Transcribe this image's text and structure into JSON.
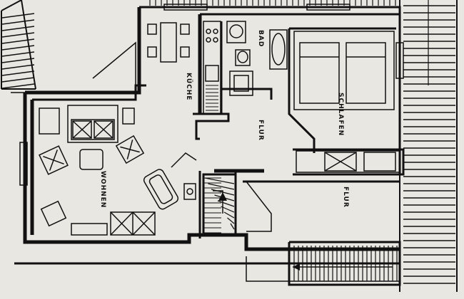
{
  "rooms": {
    "kueche": "KÜCHE",
    "bad": "BAD",
    "schlafen": "SCHLAFEN",
    "flur_center": "FLUR",
    "wohnen": "WOHNEN",
    "flur_right": "FLUR"
  },
  "colors": {
    "paper": "#e9e7e2",
    "ink": "#111111"
  }
}
